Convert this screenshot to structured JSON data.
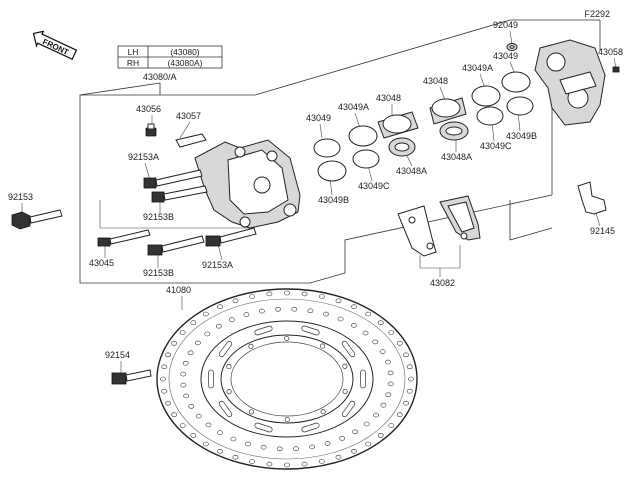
{
  "diagram_code": "F2292",
  "front_badge": "FRONT",
  "variant_table": {
    "rows": [
      {
        "side": "LH",
        "code": "(43080)"
      },
      {
        "side": "RH",
        "code": "(43080A)"
      }
    ]
  },
  "labels": {
    "caliper_assy": "43080/A",
    "p43056": "43056",
    "p43057": "43057",
    "p92153a_top": "92153A",
    "p92153_left": "92153",
    "p92153b_mid": "92153B",
    "p43045": "43045",
    "p92153b_bot": "92153B",
    "p92153a_bot": "92153A",
    "p43049_left": "43049",
    "p43049a_left": "43049A",
    "p43048_left": "43048",
    "p43049b_left": "43049B",
    "p43049c_left": "43049C",
    "p43048a_left": "43048A",
    "p43048_right": "43048",
    "p43049a_right": "43049A",
    "p43048a_right": "43048A",
    "p43049c_right": "43049C",
    "p43049b_right": "43049B",
    "p92049": "92049",
    "p43049_top": "43049",
    "p43058": "43058",
    "p92145": "92145",
    "p43082": "43082",
    "p41080": "41080",
    "p92154": "92154"
  }
}
